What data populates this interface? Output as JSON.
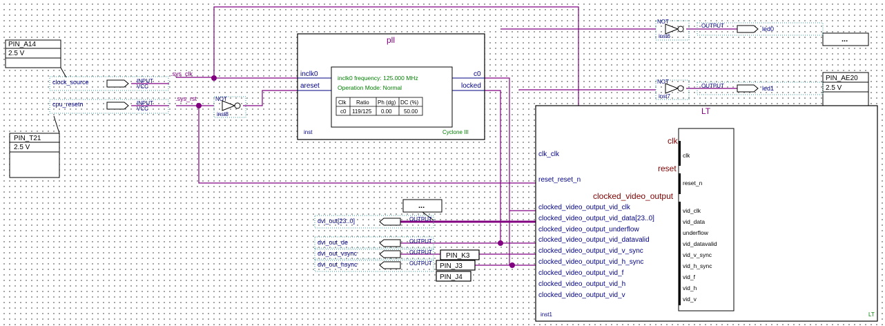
{
  "colors": {
    "wire": "#800080",
    "port": "#000080",
    "box": "#000000",
    "name": "#800000",
    "pin_label": "#008080",
    "signal_label": "#800080",
    "dotted": "#3aa0a0"
  },
  "pins": {
    "a14": {
      "name": "PIN_A14",
      "voltage": "2.5 V"
    },
    "t21": {
      "name": "PIN_T21",
      "voltage": "2.5 V"
    },
    "ae20": {
      "name": "PIN_AE20",
      "voltage": "2.5 V"
    },
    "k3": "PIN_K3",
    "j3": "PIN_J3",
    "j4": "PIN_J4",
    "ellipsis_top": "...",
    "ellipsis_mid": "..."
  },
  "inputs": {
    "clock_source": "clock_source",
    "cpu_resetn": "cpu_resetn",
    "input_word": "INPUT",
    "vcc": "VCC"
  },
  "nets": {
    "sys_clk": ".sys_clk",
    "sys_rst": ".sys_rst"
  },
  "not_gates": {
    "word": "NOT",
    "inst8": "inst8",
    "inst6": "inst6",
    "inst7": "inst7"
  },
  "outputs": {
    "word": "OUTPUT",
    "led0": "led0",
    "led1": "led1",
    "dvi_out": "dvi_out[23..0]",
    "dvi_out_de": "dvi_out_de",
    "dvi_out_vsync": "dvi_out_vsync",
    "dvi_out_hsync": "dvi_out_hsync"
  },
  "pll": {
    "title": "pll",
    "port_inclk0": "inclk0",
    "port_areset": "areset",
    "port_c0": "c0",
    "port_locked": "locked",
    "inst": "inst",
    "family": "Cyclone III",
    "freq_line": "inclk0 frequency: 125.000 MHz",
    "mode_line": "Operation Mode: Normal",
    "table_headers": [
      "Clk",
      "Ratio",
      "Ph (dg)",
      "DC (%)"
    ],
    "table_row": [
      "c0",
      "119/125",
      "0.00",
      "50.00"
    ]
  },
  "lt": {
    "title": "LT",
    "inst": "inst1",
    "corner": "LT",
    "ports": [
      "clk_clk",
      "reset_reset_n",
      "clocked_video_output_vid_clk",
      "clocked_video_output_vid_data[23..0]",
      "clocked_video_output_underflow",
      "clocked_video_output_vid_datavalid",
      "clocked_video_output_vid_v_sync",
      "clocked_video_output_vid_h_sync",
      "clocked_video_output_vid_f",
      "clocked_video_output_vid_h",
      "clocked_video_output_vid_v"
    ],
    "iface_clk": "clk",
    "iface_reset": "reset",
    "iface_cvo": "clocked_video_output",
    "inner_ports": [
      "clk",
      "reset_n",
      "vid_clk",
      "vid_data",
      "underflow",
      "vid_datavalid",
      "vid_v_sync",
      "vid_h_sync",
      "vid_f",
      "vid_h",
      "vid_v"
    ]
  }
}
